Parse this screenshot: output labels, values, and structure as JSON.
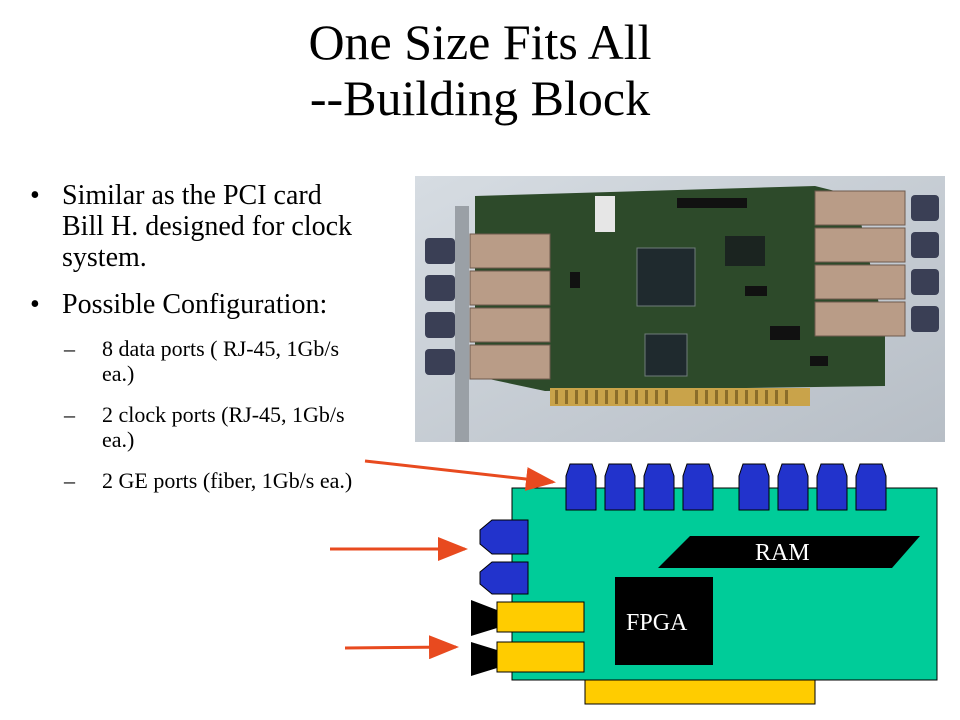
{
  "title": {
    "line1": "One Size Fits All",
    "line2": "--Building Block"
  },
  "bullets": [
    {
      "text": "Similar as the PCI card Bill H. designed for clock system.",
      "subitems": []
    },
    {
      "text": "Possible Configuration:",
      "subitems": [
        "8 data ports ( RJ-45, 1Gb/s ea.)",
        "2 clock ports (RJ-45, 1Gb/s ea.)",
        "2 GE ports (fiber, 1Gb/s ea.)"
      ]
    }
  ],
  "diagram": {
    "ram_label": "RAM",
    "fpga_label": "FPGA",
    "colors": {
      "board": "#00cc99",
      "rj45_port": "#2233cc",
      "fiber_port": "#ffcc00",
      "chip": "#000000",
      "arrow": "#e84a1f"
    }
  }
}
